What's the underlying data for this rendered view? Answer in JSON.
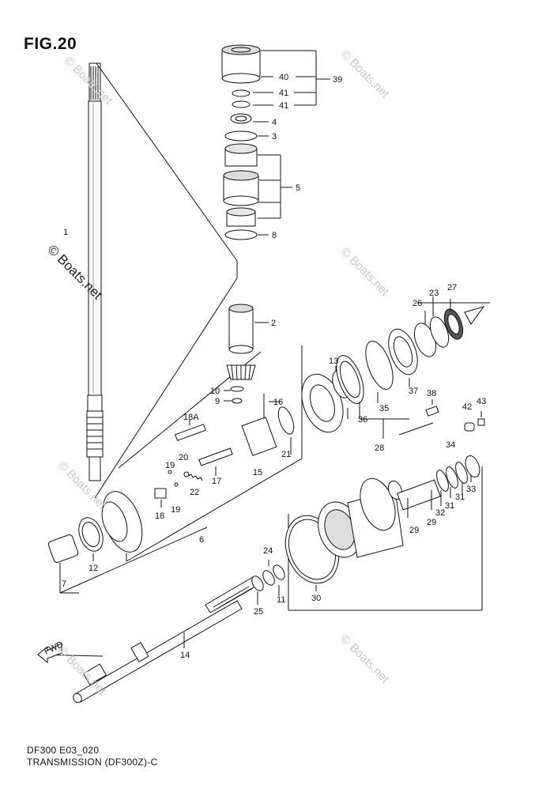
{
  "figure": {
    "title": "FIG.20",
    "code": "DF300 E03_020",
    "caption": "TRANSMISSION (DF300Z)-C"
  },
  "watermark": "© Boats.net",
  "part_labels": [
    "1",
    "2",
    "3",
    "4",
    "5",
    "6",
    "7",
    "8",
    "9",
    "10",
    "11",
    "12",
    "13",
    "14",
    "15",
    "16",
    "17",
    "18",
    "18A",
    "19",
    "19",
    "20",
    "21",
    "22",
    "23",
    "24",
    "25",
    "26",
    "27",
    "28",
    "29",
    "29",
    "30",
    "31",
    "31",
    "32",
    "33",
    "34",
    "35",
    "36",
    "37",
    "38",
    "39",
    "40",
    "41",
    "41",
    "42",
    "43"
  ],
  "fwd_label": "FWD"
}
